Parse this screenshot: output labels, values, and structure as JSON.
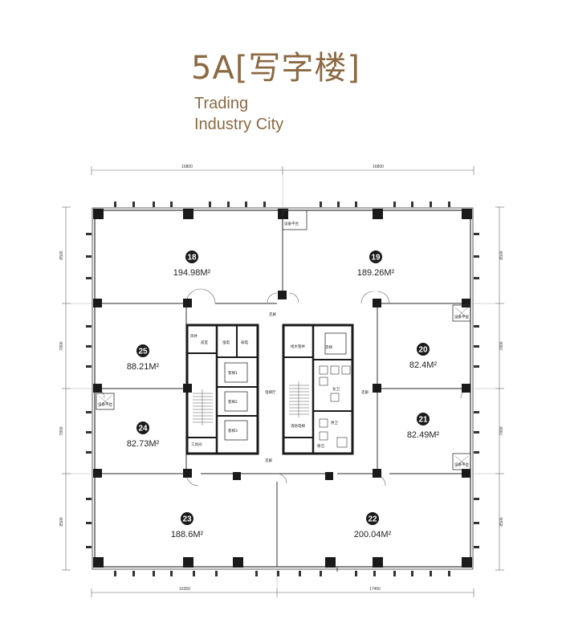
{
  "title": "5A[写字楼]",
  "subtitle_line1": "Trading",
  "subtitle_line2": "Industry City",
  "dimensions": {
    "top_left": "16800",
    "top_right": "16800",
    "bottom_left": "16350",
    "bottom_right": "17450",
    "left_1": "8500",
    "left_2": "7800",
    "left_3": "7800",
    "left_4": "8500",
    "right_1": "8500",
    "right_2": "7800",
    "right_3": "7800",
    "right_4": "8500"
  },
  "units": [
    {
      "no": "18",
      "area": "194.98M²"
    },
    {
      "no": "19",
      "area": "189.26M²"
    },
    {
      "no": "20",
      "area": "82.4M²"
    },
    {
      "no": "21",
      "area": "82.49M²"
    },
    {
      "no": "22",
      "area": "200.04M²"
    },
    {
      "no": "23",
      "area": "188.6M²"
    },
    {
      "no": "24",
      "area": "82.73M²"
    },
    {
      "no": "25",
      "area": "88.21M²"
    }
  ],
  "core_labels": {
    "corridor_top": "走廊",
    "corridor_bottom": "走廊",
    "corridor_right": "走廊",
    "elevator_hall": "电梯厅",
    "shaft_a": "强电",
    "shaft_b": "弱电",
    "well": "风井",
    "elevator_1": "客梯1",
    "elevator_2": "客梯2",
    "elevator_3": "客梯3",
    "elevator_4": "货梯",
    "tool": "工具间",
    "stair": "前室",
    "water": "给水管井",
    "fire": "消防电梯",
    "male_wc": "男卫",
    "female_wc": "女卫",
    "cleaning": "保洁"
  },
  "balcony_label": "设备平台"
}
